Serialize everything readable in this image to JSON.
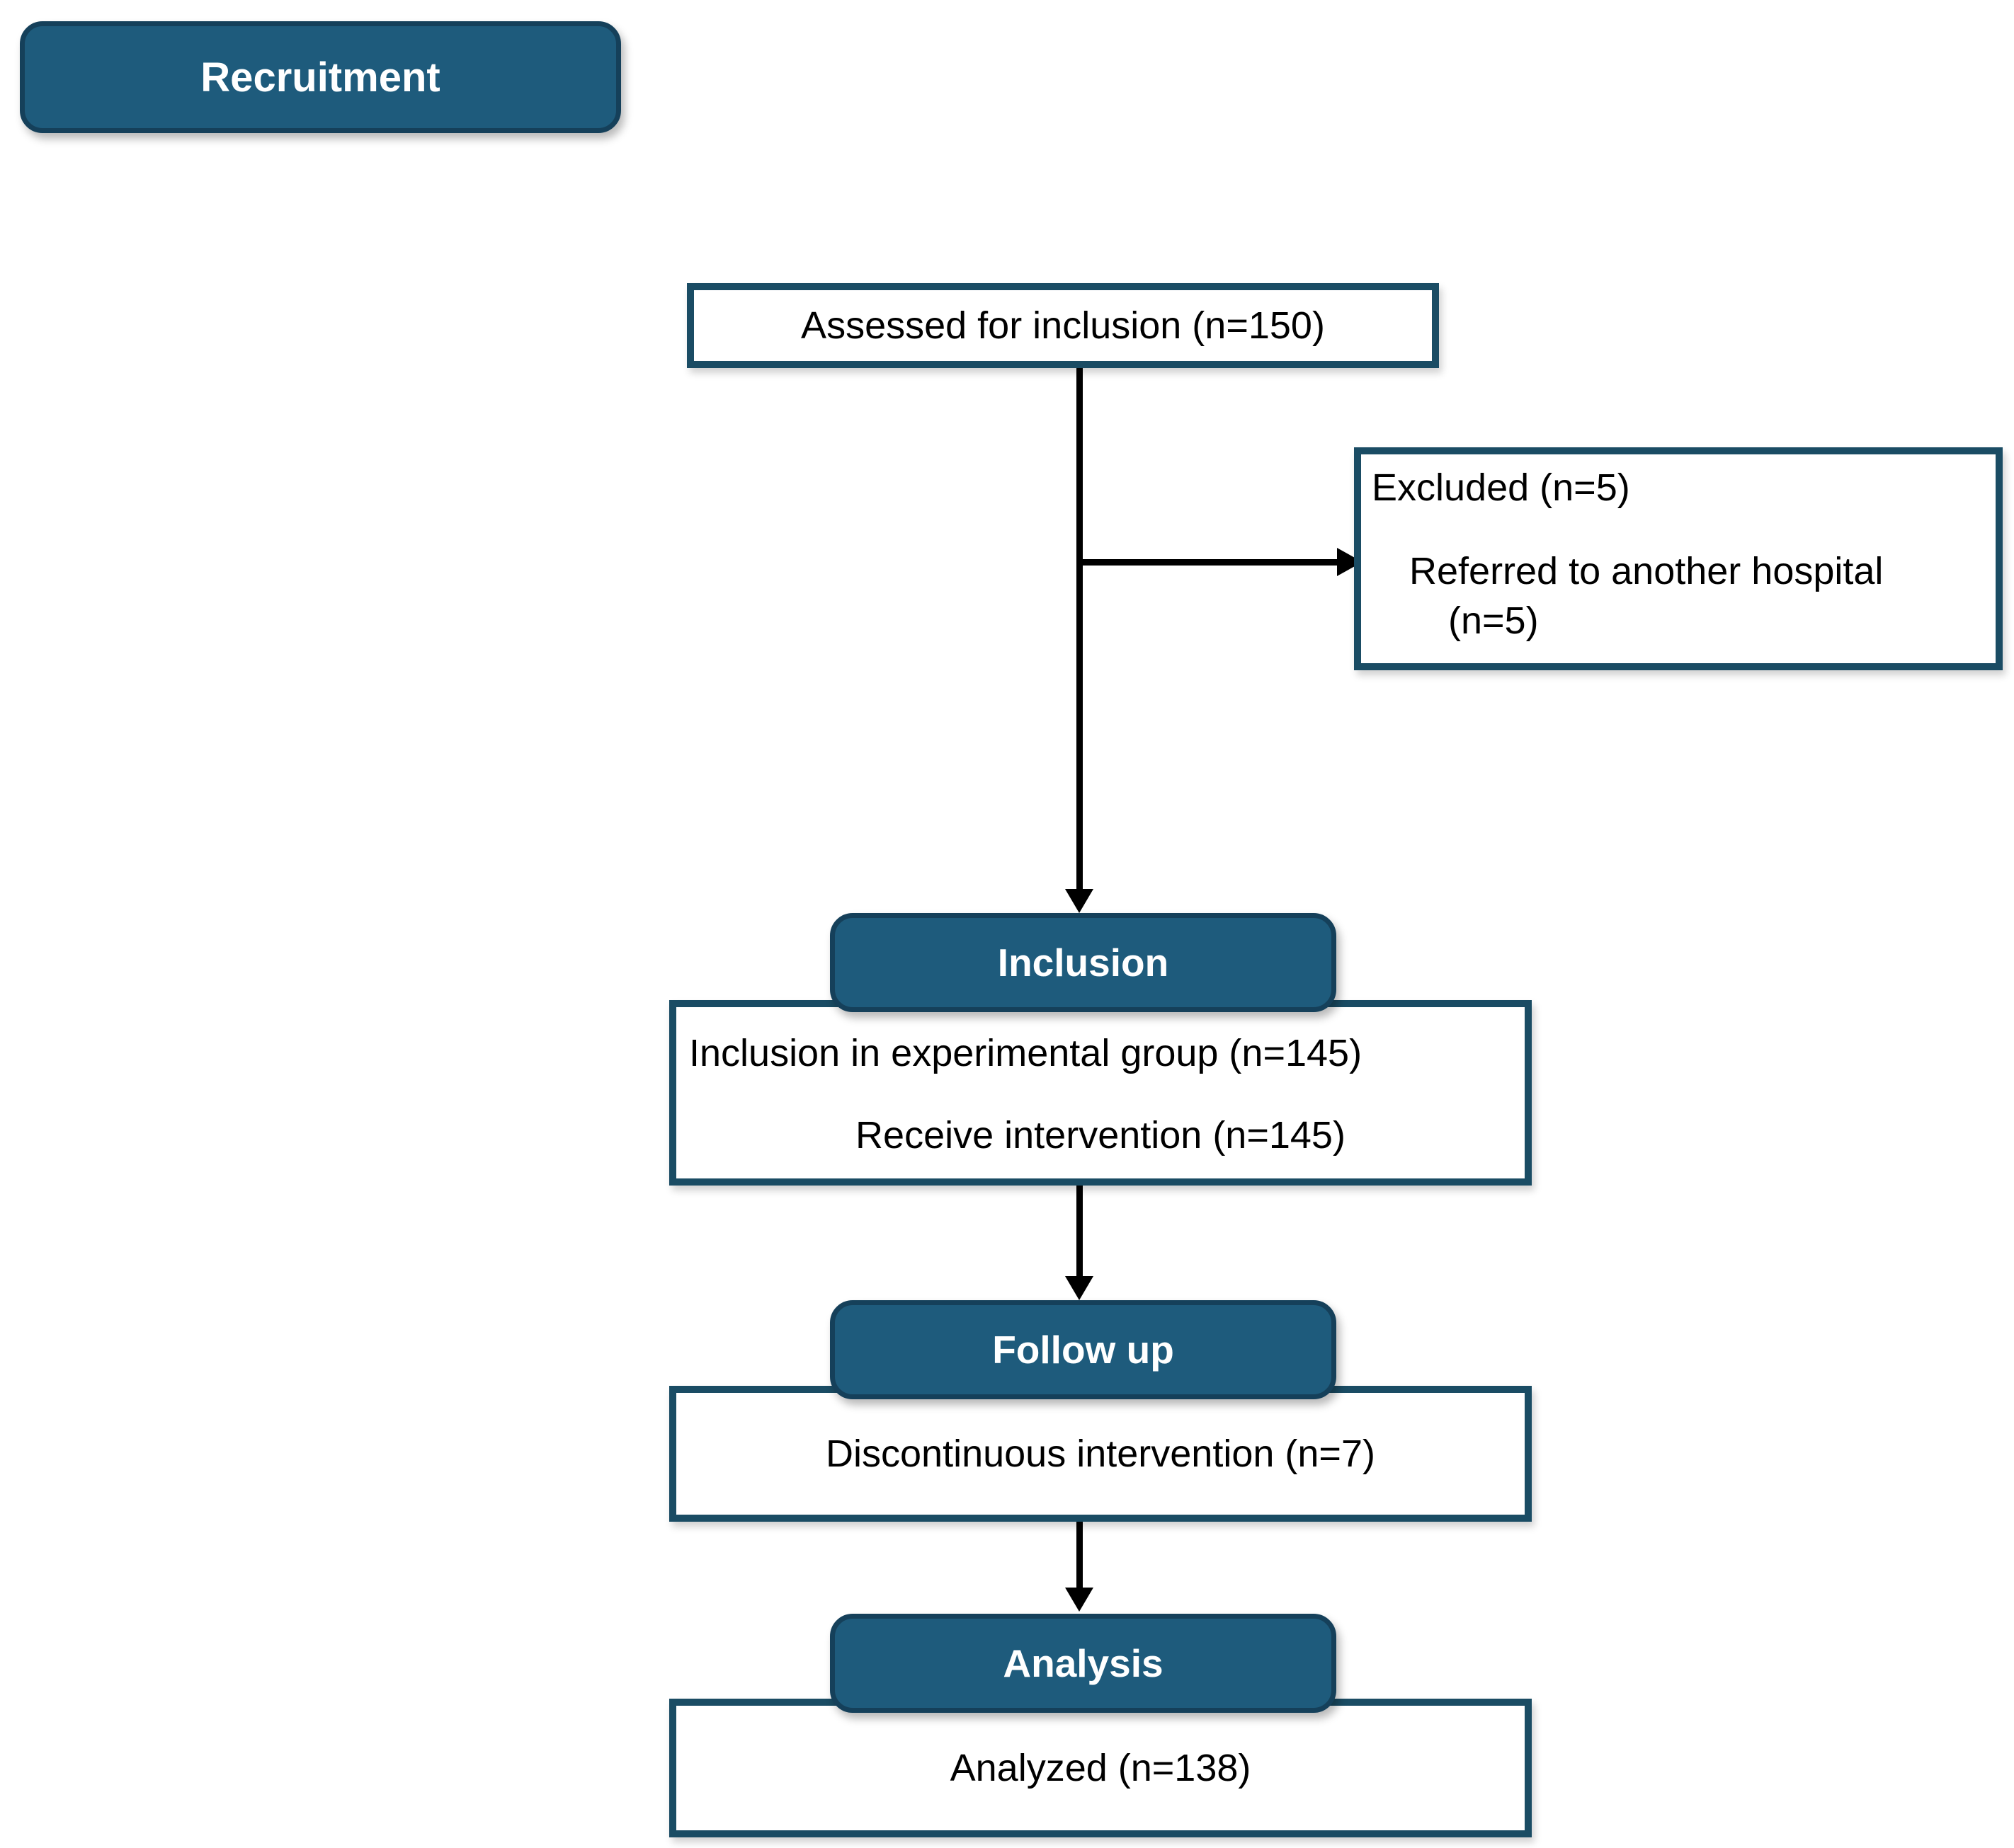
{
  "diagram": {
    "type": "flowchart",
    "description": "Participant flow diagram with stages Recruitment, Inclusion, Follow up, Analysis"
  },
  "colors": {
    "stage_fill": "#1E5B7C",
    "stage_border": "#15405A",
    "stage_text": "#FFFFFF",
    "box_fill": "#FFFFFF",
    "box_border": "#1A4C64",
    "body_text": "#000000",
    "arrow": "#000000",
    "background": "#FFFFFF"
  },
  "stages": {
    "recruitment": "Recruitment",
    "inclusion": "Inclusion",
    "follow_up": "Follow up",
    "analysis": "Analysis"
  },
  "nodes": {
    "assessed": {
      "text": "Assessed for inclusion (n=150)"
    },
    "excluded": {
      "title": "Excluded (n=5)",
      "reason": "Referred to another hospital",
      "reason_n": "(n=5)"
    },
    "inclusion": {
      "line1": "Inclusion in experimental group (n=145)",
      "line2": "Receive intervention (n=145)"
    },
    "follow_up": {
      "text": "Discontinuous intervention (n=7)"
    },
    "analysis": {
      "text": "Analyzed (n=138)"
    }
  },
  "edges": [
    {
      "from": "assessed",
      "to": "inclusion"
    },
    {
      "from": "assessed",
      "to": "excluded"
    },
    {
      "from": "inclusion",
      "to": "follow_up"
    },
    {
      "from": "follow_up",
      "to": "analysis"
    }
  ]
}
